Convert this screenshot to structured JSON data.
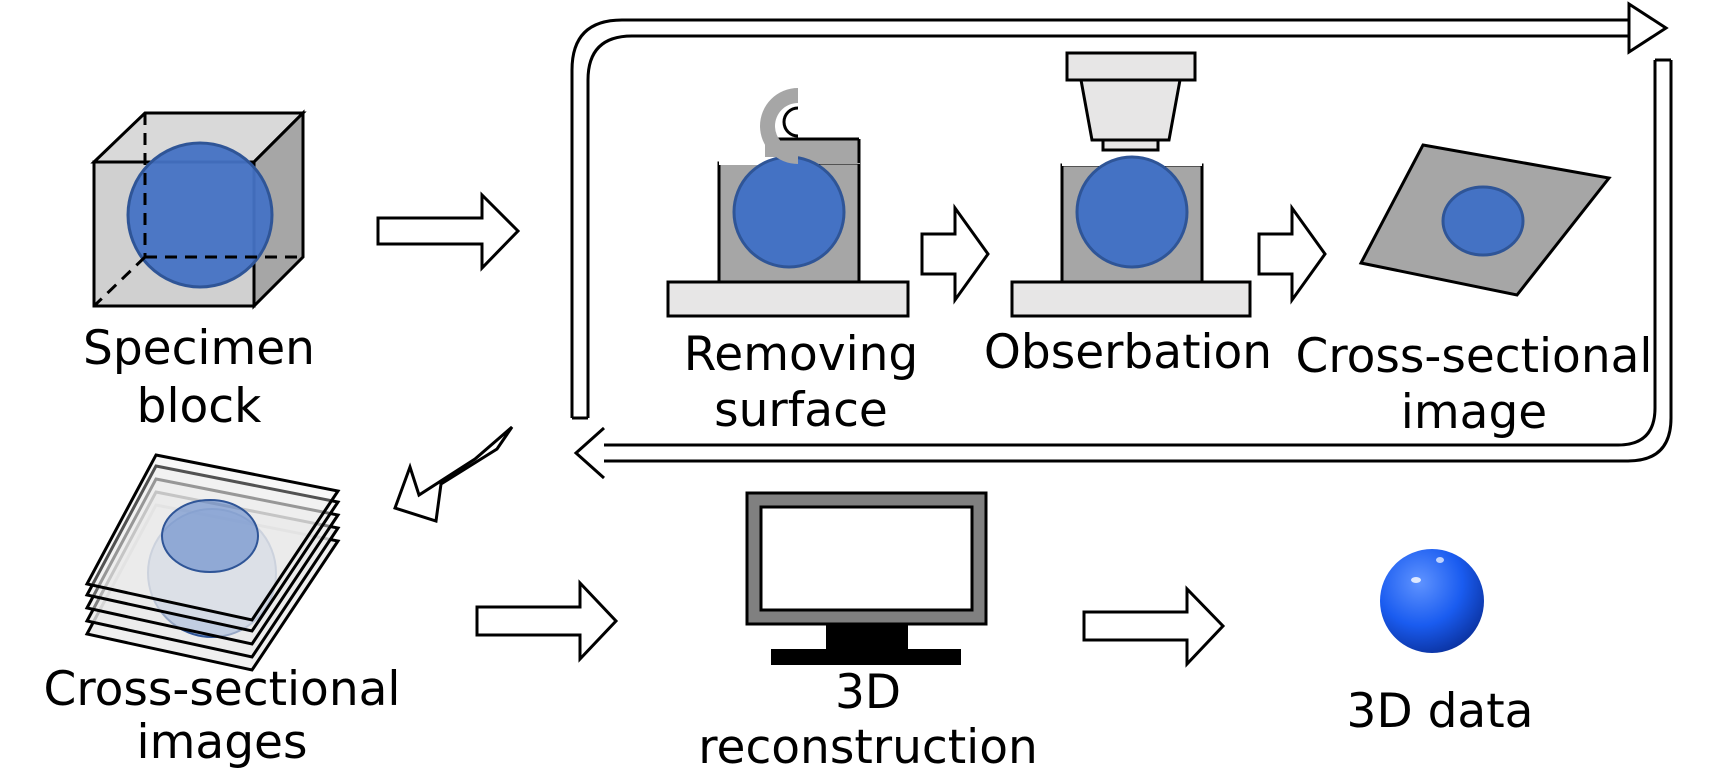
{
  "labels": {
    "specimen_block": [
      "Specimen",
      "block"
    ],
    "removing_surface": [
      "Removing",
      "surface"
    ],
    "observation": [
      "Obserbation"
    ],
    "cross_sectional_image": [
      "Cross-sectional",
      "image"
    ],
    "cross_sectional_images": [
      "Cross-sectional",
      "images"
    ],
    "reconstruction": [
      "3D",
      "reconstruction"
    ],
    "data3d": [
      "3D data"
    ]
  },
  "colors": {
    "specimen_blue": "#4472c4",
    "specimen_outline": "#2f5597",
    "block_gray": "#a6a6a6",
    "light_gray": "#e7e6e6",
    "monitor_gray": "#808080",
    "sphere_blue": "#1a5cf0",
    "black": "#000000"
  }
}
